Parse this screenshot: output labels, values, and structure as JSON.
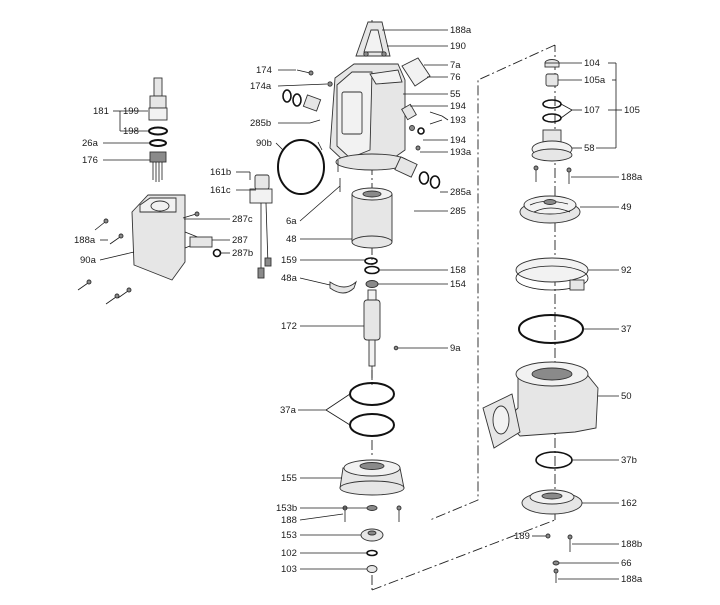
{
  "labels": {
    "l188a_top": "188a",
    "l190": "190",
    "l7a": "7a",
    "l76": "76",
    "l55": "55",
    "l194_a": "194",
    "l193": "193",
    "l194_b": "194",
    "l193a": "193a",
    "l285a": "285a",
    "l285": "285",
    "l174": "174",
    "l174a": "174a",
    "l285b": "285b",
    "l90b": "90b",
    "l161b": "161b",
    "l161c": "161c",
    "l181": "181",
    "l199": "199",
    "l198": "198",
    "l26a": "26a",
    "l176": "176",
    "l287c": "287c",
    "l287": "287",
    "l287b": "287b",
    "l188a_left": "188a",
    "l90a": "90a",
    "l6a": "6a",
    "l48": "48",
    "l159": "159",
    "l158": "158",
    "l48a": "48a",
    "l154": "154",
    "l172": "172",
    "l9a": "9a",
    "l37a": "37a",
    "l155": "155",
    "l153b": "153b",
    "l188": "188",
    "l153": "153",
    "l102": "102",
    "l103": "103",
    "l104": "104",
    "l105a": "105a",
    "l107": "107",
    "l105": "105",
    "l58": "58",
    "l188a_right": "188a",
    "l49": "49",
    "l92": "92",
    "l37": "37",
    "l50": "50",
    "l37b": "37b",
    "l162": "162",
    "l189": "189",
    "l188b": "188b",
    "l66": "66",
    "l188a_bottom": "188a"
  }
}
